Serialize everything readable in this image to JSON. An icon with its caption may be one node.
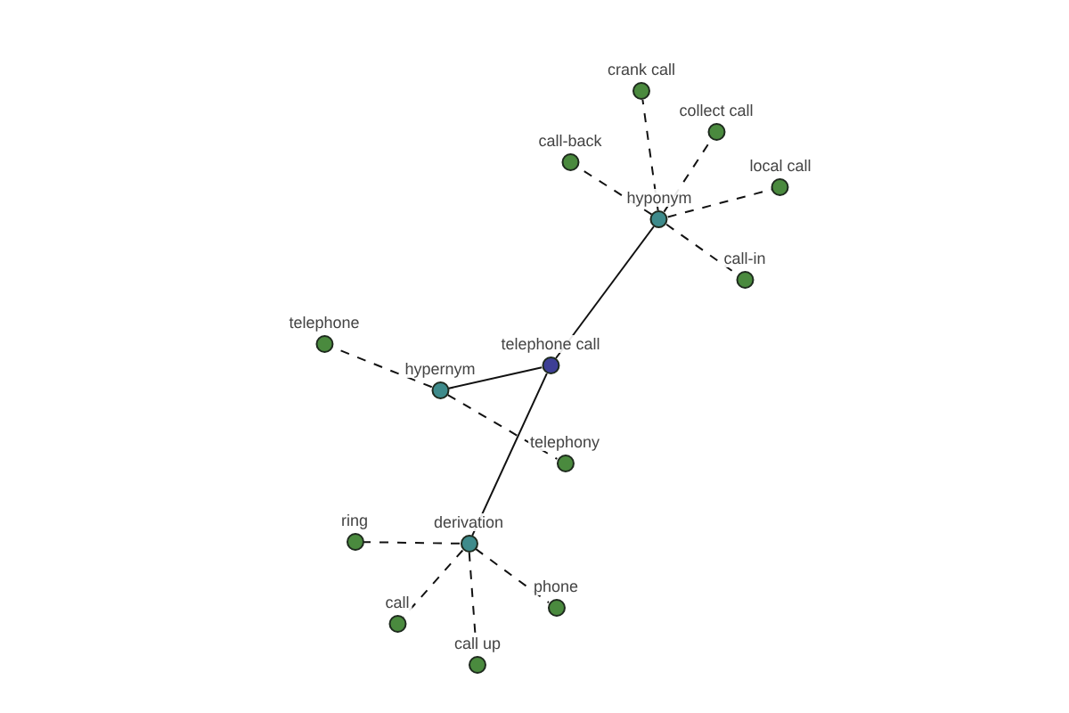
{
  "diagram": {
    "nodes": [
      {
        "text": [
          "telephone call"
        ]
      },
      {
        "text": [
          "hyponym"
        ]
      },
      {
        "text": [
          "crank call"
        ]
      },
      {
        "text": [
          "collect call"
        ]
      },
      {
        "text": [
          "call-back"
        ]
      },
      {
        "text": [
          "local call"
        ]
      },
      {
        "text": [
          "call-in"
        ]
      },
      {
        "text": [
          "hypernym"
        ]
      },
      {
        "text": [
          "telephone"
        ]
      },
      {
        "text": [
          "telephony"
        ]
      },
      {
        "text": [
          "derivation"
        ]
      },
      {
        "text": [
          "ring"
        ]
      },
      {
        "text": [
          "call"
        ]
      },
      {
        "text": [
          "call up"
        ]
      },
      {
        "text": [
          "phone"
        ]
      }
    ],
    "edges": [
      {
        "from": 0,
        "to": 1,
        "arrow": "none"
      },
      {
        "from": 1,
        "to": 2,
        "arrow": "none",
        "style": "dashed"
      },
      {
        "from": 1,
        "to": 3,
        "arrow": "none",
        "style": "dashed"
      },
      {
        "from": 1,
        "to": 4,
        "arrow": "none",
        "style": "dashed"
      },
      {
        "from": 1,
        "to": 5,
        "arrow": "none",
        "style": "dashed"
      },
      {
        "from": 1,
        "to": 6,
        "arrow": "none",
        "style": "dashed"
      },
      {
        "from": 0,
        "to": 7,
        "arrow": "none"
      },
      {
        "from": 7,
        "to": 8,
        "arrow": "none",
        "style": "dashed"
      },
      {
        "from": 7,
        "to": 9,
        "arrow": "none",
        "style": "dashed"
      },
      {
        "from": 0,
        "to": 10,
        "arrow": "none"
      },
      {
        "from": 10,
        "to": 11,
        "arrow": "none",
        "style": "dashed"
      },
      {
        "from": 10,
        "to": 12,
        "arrow": "none",
        "style": "dashed"
      },
      {
        "from": 10,
        "to": 13,
        "arrow": "none",
        "style": "dashed"
      },
      {
        "from": 10,
        "to": 14,
        "arrow": "none",
        "style": "dashed"
      }
    ]
  }
}
